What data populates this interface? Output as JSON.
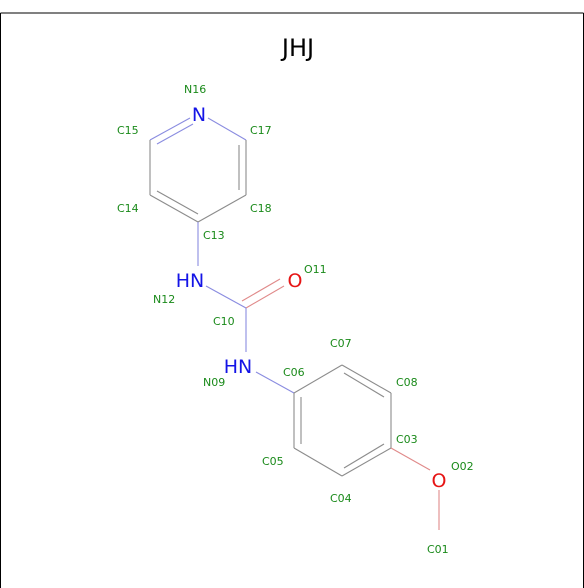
{
  "title": "JHJ",
  "colors": {
    "nitrogen": "#1414e6",
    "oxygen": "#e61414",
    "atom_id": "#1a8a1a",
    "bond": "#8c8c8c",
    "frame": "#000000"
  },
  "atoms": {
    "N16": {
      "id": "N16",
      "symbol": "N"
    },
    "C15": {
      "id": "C15"
    },
    "C17": {
      "id": "C17"
    },
    "C14": {
      "id": "C14"
    },
    "C18": {
      "id": "C18"
    },
    "C13": {
      "id": "C13"
    },
    "N12": {
      "id": "N12",
      "symbol": "HN"
    },
    "O11": {
      "id": "O11",
      "symbol": "O"
    },
    "C10": {
      "id": "C10"
    },
    "N09": {
      "id": "N09",
      "symbol": "HN"
    },
    "C07": {
      "id": "C07"
    },
    "C06": {
      "id": "C06"
    },
    "C08": {
      "id": "C08"
    },
    "C05": {
      "id": "C05"
    },
    "C03": {
      "id": "C03"
    },
    "O02": {
      "id": "O02",
      "symbol": "O"
    },
    "C04": {
      "id": "C04"
    },
    "C01": {
      "id": "C01"
    }
  }
}
